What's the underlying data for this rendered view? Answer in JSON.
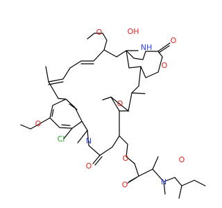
{
  "structure": {
    "atom_labels": [
      {
        "id": "o-methoxy-top",
        "text": "O",
        "color": "#e8251c"
      },
      {
        "id": "oh-hydroxyl",
        "text": "OH",
        "color": "#e8251c"
      },
      {
        "id": "nh-carbamate",
        "text": "NH",
        "color": "#2a3cf0"
      },
      {
        "id": "o-carbamate-carbonyl",
        "text": "O",
        "color": "#e8251c"
      },
      {
        "id": "o-carbamate-ring",
        "text": "O",
        "color": "#e8251c"
      },
      {
        "id": "o-epoxide",
        "text": "O",
        "color": "#e8251c"
      },
      {
        "id": "o-methoxy-aryl",
        "text": "O",
        "color": "#e8251c"
      },
      {
        "id": "cl-chloro",
        "text": "Cl",
        "color": "#1fa51f"
      },
      {
        "id": "n-amide-ring",
        "text": "N",
        "color": "#2a3cf0"
      },
      {
        "id": "o-amide-ring-carbonyl",
        "text": "O",
        "color": "#e8251c"
      },
      {
        "id": "o-ester",
        "text": "O",
        "color": "#e8251c"
      },
      {
        "id": "o-ester-carbonyl",
        "text": "O",
        "color": "#e8251c"
      },
      {
        "id": "n-side-chain",
        "text": "N",
        "color": "#2a3cf0"
      },
      {
        "id": "o-side-chain-carbonyl",
        "text": "O",
        "color": "#e8251c"
      }
    ]
  }
}
